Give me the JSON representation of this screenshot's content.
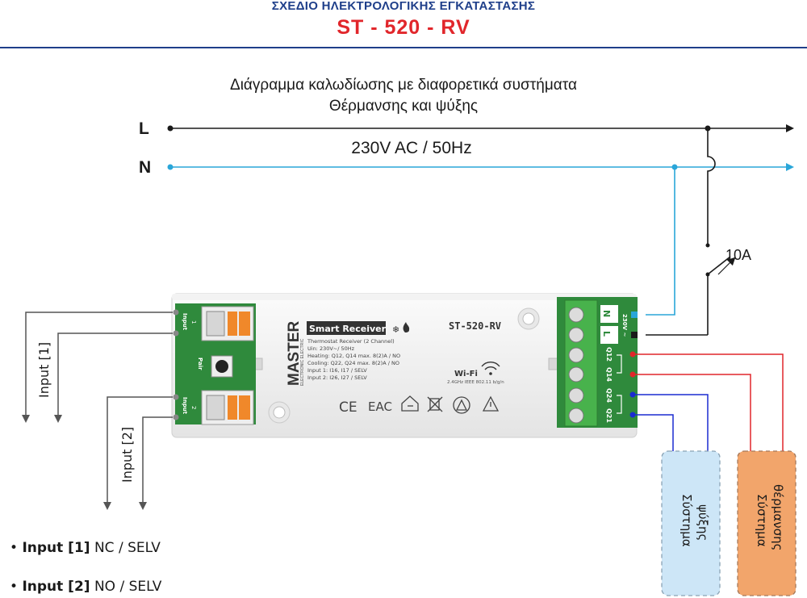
{
  "header": {
    "title": "ΣΧΕΔΙΟ ΗΛΕΚΤΡΟΛΟΓΙΚΗΣ ΕΓΚΑΤΑΣΤΑΣΗΣ",
    "model": "ST - 520 - RV"
  },
  "caption": {
    "line1": "Διάγραμμα καλωδίωσης με διαφορετικά συστήματα",
    "line2": "Θέρμανσης και ψύξης"
  },
  "lines": {
    "l_label": "L",
    "n_label": "N",
    "voltage": "230V AC / 50Hz",
    "breaker": "10A"
  },
  "device": {
    "brand": "MASTER",
    "brand_sub": "ELECTRONIC ELECTRIC",
    "product": "Smart Receiver",
    "model_code": "ST-520-RV",
    "spec_lines": [
      "Thermostat Receiver (2 Channel)",
      "Uin: 230V~/ 50Hz",
      "Heating: Q12, Q14 max. 8(2)A / NO",
      "Cooling: Q22, Q24 max. 8(2)A / NO",
      "Input 1: I16, I17 / SELV",
      "Input 2: I26, I27 / SELV"
    ],
    "wifi_label": "Wi-Fi",
    "wifi_spec": "2.4GHz IEEE 802.11 b/g/n",
    "cert_ce": "CE",
    "cert_eac": "EAC",
    "pair_label": "Pair",
    "input1_num": "1",
    "input1_word": "Input",
    "input2_num": "2",
    "input2_word": "Input",
    "terminals": [
      "N",
      "L",
      "Q12",
      "Q14",
      "Q24",
      "Q21"
    ],
    "voltage_tag": "230V ~"
  },
  "inputs": {
    "input1": "Input [1]",
    "input2": "Input [2]"
  },
  "systems": {
    "cooling": {
      "line1": "Σύστημα",
      "line2": "ψύξης",
      "fill": "#cde6f7"
    },
    "heating": {
      "line1": "Σύστημα",
      "line2": "θέρμανσης",
      "fill": "#f2a56b"
    }
  },
  "notes": [
    {
      "label": "Input [1]",
      "detail": "NC / SELV"
    },
    {
      "label": "Input [2]",
      "detail": "NO / SELV"
    }
  ],
  "colors": {
    "phase": "#1a1a1a",
    "neutral": "#2aa6d9",
    "heating": "#e1262b",
    "cooling": "#1b2bd1",
    "pcb": "#2f8a3c",
    "title_blue": "#1f3f8a",
    "title_red": "#e1262b"
  }
}
